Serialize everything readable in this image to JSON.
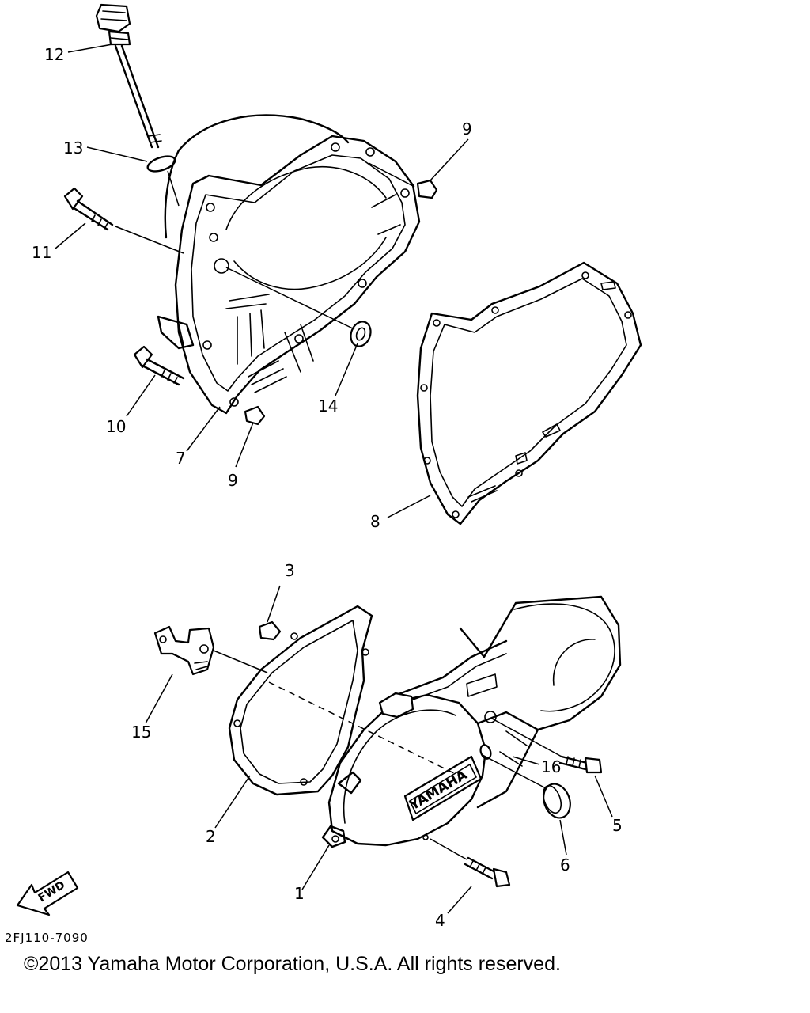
{
  "callouts": {
    "n1": "1",
    "n2": "2",
    "n3": "3",
    "n4": "4",
    "n5": "5",
    "n6": "6",
    "n7": "7",
    "n8": "8",
    "n9a": "9",
    "n9b": "9",
    "n10": "10",
    "n11": "11",
    "n12": "12",
    "n13": "13",
    "n14": "14",
    "n15": "15",
    "n16": "16"
  },
  "cover_logo": "YAMAHA",
  "fwd_label": "FWD",
  "diagram_code": "2FJ110-7090",
  "copyright": "©2013 Yamaha Motor Corporation, U.S.A. All rights reserved."
}
